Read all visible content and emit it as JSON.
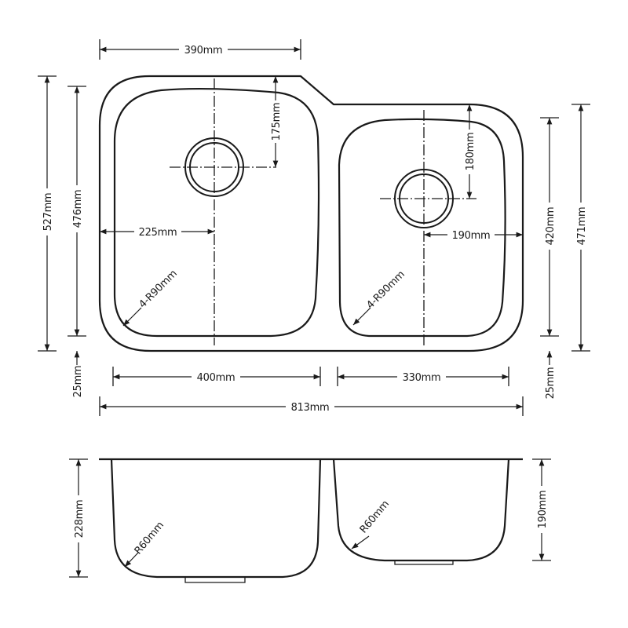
{
  "dimensions": {
    "top_width_left": "390mm",
    "left_bowl_drain_from_top": "175mm",
    "right_bowl_drain_from_top": "180mm",
    "left_bowl_drain_from_side": "225mm",
    "right_bowl_drain_from_side": "190mm",
    "overall_depth": "527mm",
    "left_bowl_depth": "476mm",
    "right_bowl_depth": "420mm",
    "right_overall_depth": "471mm",
    "left_corner_radius": "4-R90mm",
    "right_corner_radius": "4-R90mm",
    "left_rim_margin": "25mm",
    "right_rim_margin": "25mm",
    "left_bowl_width": "400mm",
    "right_bowl_width": "330mm",
    "overall_width": "813mm",
    "left_bowl_height": "228mm",
    "right_bowl_height": "190mm",
    "left_bottom_radius": "R60mm",
    "right_bottom_radius": "R60mm"
  }
}
